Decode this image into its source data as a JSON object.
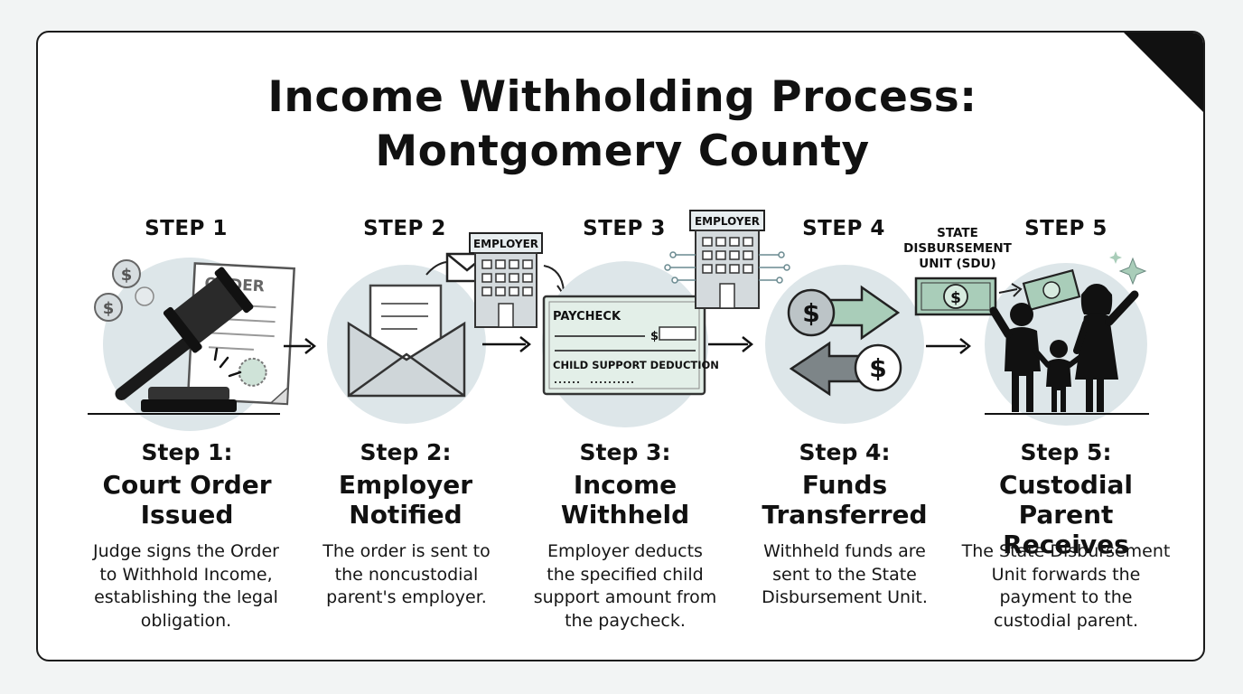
{
  "title_line1": "Income Withholding Process:",
  "title_line2": "Montgomery County",
  "colors": {
    "accent_green": "#a9cdb9",
    "circle_bg": "#dde6e9",
    "ink": "#111111",
    "paycheck_bg": "#e3efe8"
  },
  "steps": [
    {
      "header": "STEP 1",
      "number": "Step 1:",
      "name": "Court Order\nIssued",
      "description": "Judge signs the Order\nto Withhold Income,\nestablishing the legal\nobligation.",
      "icon": "gavel-order-icon",
      "labels": {
        "order": "ORDER"
      }
    },
    {
      "header": "STEP 2",
      "number": "Step 2:",
      "name": "Employer\nNotified",
      "description": "The order is sent to\nthe noncustodial\nparent's employer.",
      "icon": "envelope-icon",
      "labels": {
        "employer": "EMPLOYER"
      }
    },
    {
      "header": "STEP 3",
      "number": "Step 3:",
      "name": "Income\nWithheld",
      "description": "Employer deducts\nthe specified child\nsupport amount from\nthe paycheck.",
      "icon": "paycheck-icon",
      "labels": {
        "employer": "EMPLOYER",
        "paycheck": "PAYCHECK",
        "deduction": "CHILD SUPPORT DEDUCTION",
        "dollar": "$"
      }
    },
    {
      "header": "STEP 4",
      "number": "Step 4:",
      "name": "Funds\nTransferred",
      "description": "Withheld funds are\nsent to the State\nDisbursement Unit.",
      "icon": "transfer-arrows-icon",
      "labels": {
        "sdu_line1": "STATE",
        "sdu_line2": "DISBURSEMENT",
        "sdu_line3": "UNIT (SDU)",
        "dollar": "$"
      }
    },
    {
      "header": "STEP 5",
      "number": "Step 5:",
      "name": "Custodial Parent\nReceives",
      "description": "The State Disbursement\nUnit forwards the\npayment to the\ncustodial parent.",
      "icon": "family-icon",
      "labels": {
        "dollar": "$"
      }
    }
  ]
}
